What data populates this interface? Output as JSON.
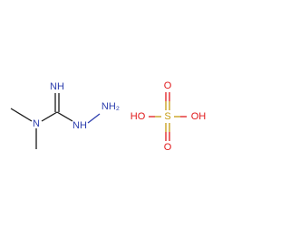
{
  "molecules": {
    "guanidine": {
      "imine_label": "NH",
      "amine_label": "N",
      "hydrazine_nh_label": "NH",
      "hydrazine_nh2_label": "NH₂"
    },
    "sulfuric_acid": {
      "sulfur_label": "S",
      "oxygen_top_label": "O",
      "oxygen_bottom_label": "O",
      "hydroxyl_left_label": "HO",
      "hydroxyl_right_label": "OH"
    }
  },
  "colors": {
    "carbon_bond": "#1a1a1a",
    "nitrogen": "#2e3fae",
    "oxygen": "#e0191b",
    "sulfur": "#c59c11"
  }
}
